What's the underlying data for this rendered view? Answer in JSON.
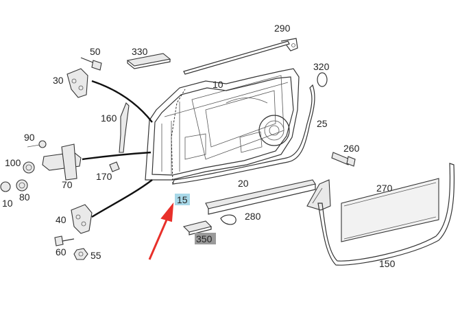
{
  "callouts": {
    "c10": "10",
    "c15": "15",
    "c20": "20",
    "c25": "25",
    "c30": "30",
    "c40": "40",
    "c50": "50",
    "c55": "55",
    "c60": "60",
    "c70": "70",
    "c80": "80",
    "c90": "90",
    "c100": "100",
    "c150": "150",
    "c160": "160",
    "c170": "170",
    "c260": "260",
    "c270": "270",
    "c280": "280",
    "c290": "290",
    "c320": "320",
    "c330": "330",
    "c350": "350",
    "c10b": "10"
  },
  "colors": {
    "highlight_15": "#a8d8e8",
    "highlight_350": "#9a9a9a",
    "arrow": "#e8302a",
    "line": "#333333"
  }
}
